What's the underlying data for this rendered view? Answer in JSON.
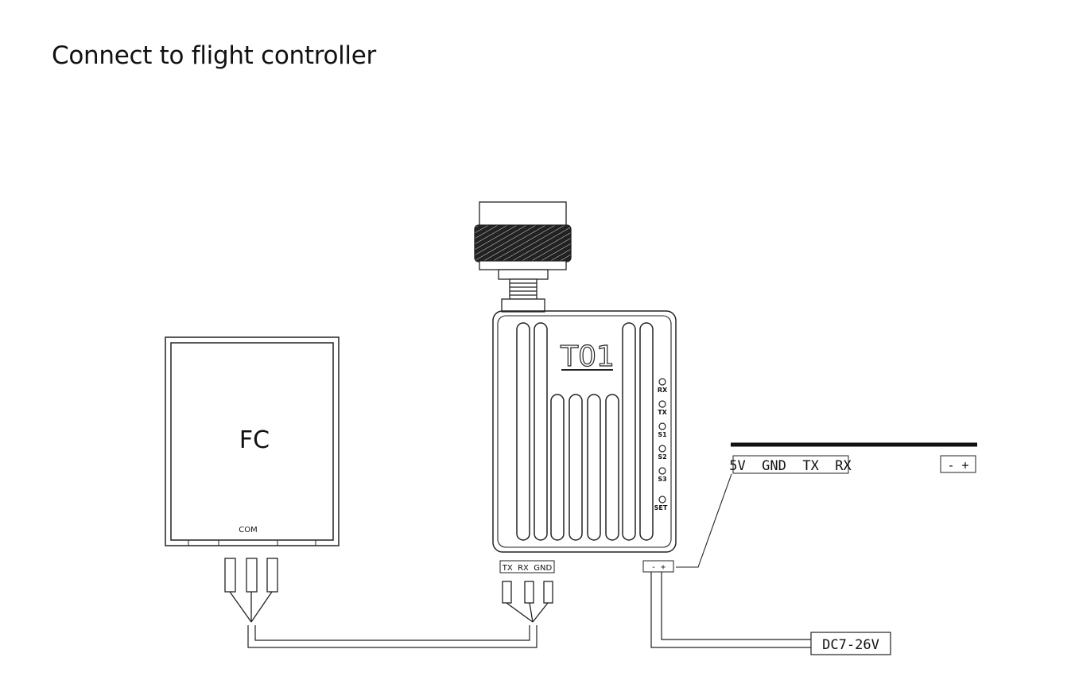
{
  "title": "Connect to flight controller",
  "fc": {
    "label": "FC",
    "port_label": "COM"
  },
  "module": {
    "model": "T01",
    "indicators": [
      "RX",
      "TX",
      "S1",
      "S2",
      "S3",
      "SET"
    ],
    "serial_pins_label": "TX  RX  GND",
    "power_pins_label": "- +"
  },
  "connector_detail": {
    "pins_label": "5V  GND  TX  RX",
    "power_label": "- +"
  },
  "power_supply": {
    "label": "DC7-26V"
  }
}
